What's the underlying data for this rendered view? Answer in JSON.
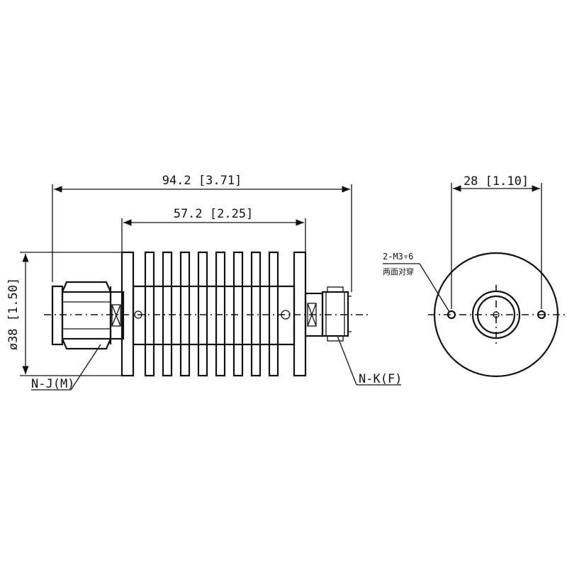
{
  "dimensions": {
    "overall_length": "94.2 [3.71]",
    "body_length": "57.2 [2.25]",
    "diameter": "ø38 [1.50]",
    "mount_spacing": "28 [1.10]"
  },
  "labels": {
    "connector_left": "N-J(M)",
    "connector_right": "N-K(F)",
    "mount_holes": "2-M3▿6",
    "mount_holes_note": "两面对穿"
  },
  "colors": {
    "line": "#111111",
    "background": "#ffffff"
  }
}
